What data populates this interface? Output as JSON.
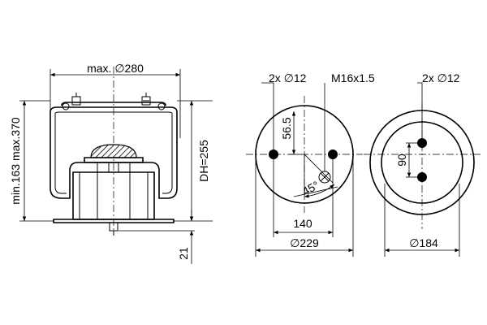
{
  "side_view": {
    "max_diameter": "max. ∅280",
    "height_range": "min.163 max.370",
    "design_height": "DH=255",
    "stud_length": "21"
  },
  "top_plate_view": {
    "bolt_holes": "2x ∅12",
    "air_fitting": "M16x1.5",
    "offset_vertical": "56.5",
    "angle": "45°",
    "hole_spacing": "140",
    "plate_diameter": "∅229"
  },
  "bottom_view": {
    "bolt_holes": "2x ∅12",
    "hole_spacing": "90",
    "base_diameter": "∅184"
  }
}
